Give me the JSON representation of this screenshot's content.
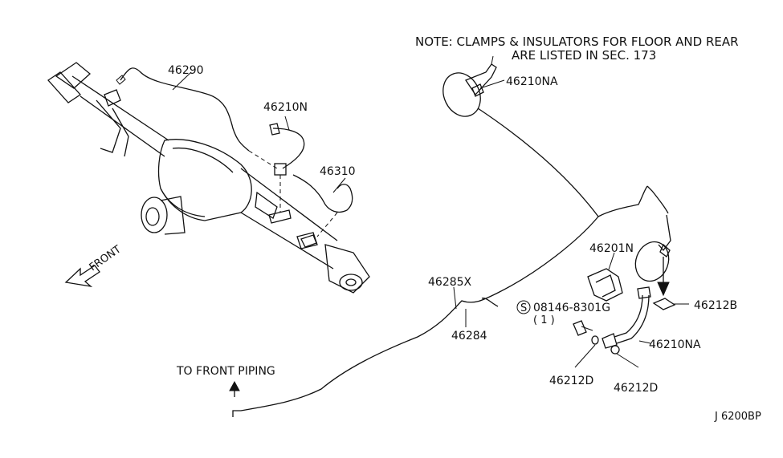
{
  "note": {
    "line1": "NOTE: CLAMPS & INSULATORS FOR FLOOR AND REAR",
    "line2": "ARE LISTED IN SEC. 173"
  },
  "labels": {
    "p46290": "46290",
    "p46210N": "46210N",
    "p46310": "46310",
    "p46210NA_top": "46210NA",
    "p46201N": "46201N",
    "p46285X": "46285X",
    "p46284": "46284",
    "bolt_code": "08146-8301G",
    "bolt_qty": "( 1 )",
    "bolt_symbol": "S",
    "p46212B": "46212B",
    "p46210NA_bottom": "46210NA",
    "p46212D_left": "46212D",
    "p46212D_right": "46212D",
    "front_direction": "FRONT",
    "front_piping": "TO FRONT PIPING",
    "diagram_code": "J 6200BP"
  },
  "icons": {
    "front_arrow": "outline-arrow-icon",
    "piping_arrow": "solid-up-arrow-icon",
    "down_arrow": "solid-down-arrow-icon"
  }
}
